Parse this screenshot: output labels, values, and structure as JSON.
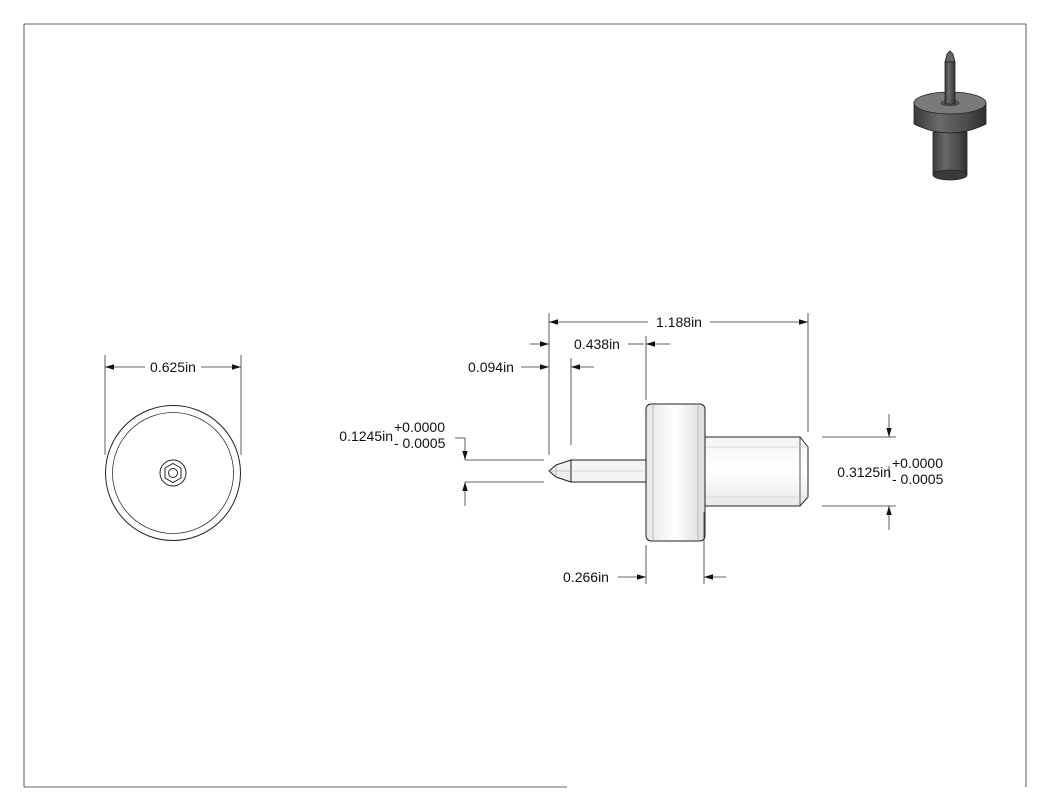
{
  "drawing": {
    "end_view": {
      "diameter_label": "0.625in"
    },
    "side_view": {
      "overall_length_label": "1.188in",
      "head_offset_label": "0.438in",
      "tip_length_label": "0.094in",
      "flange_width_label": "0.266in",
      "pin_diameter": {
        "value": "0.1245in",
        "tol_plus": "+0.0000",
        "tol_minus": "- 0.0005"
      },
      "shank_diameter": {
        "value": "0.3125in",
        "tol_plus": "+0.0000",
        "tol_minus": "- 0.0005"
      }
    }
  }
}
